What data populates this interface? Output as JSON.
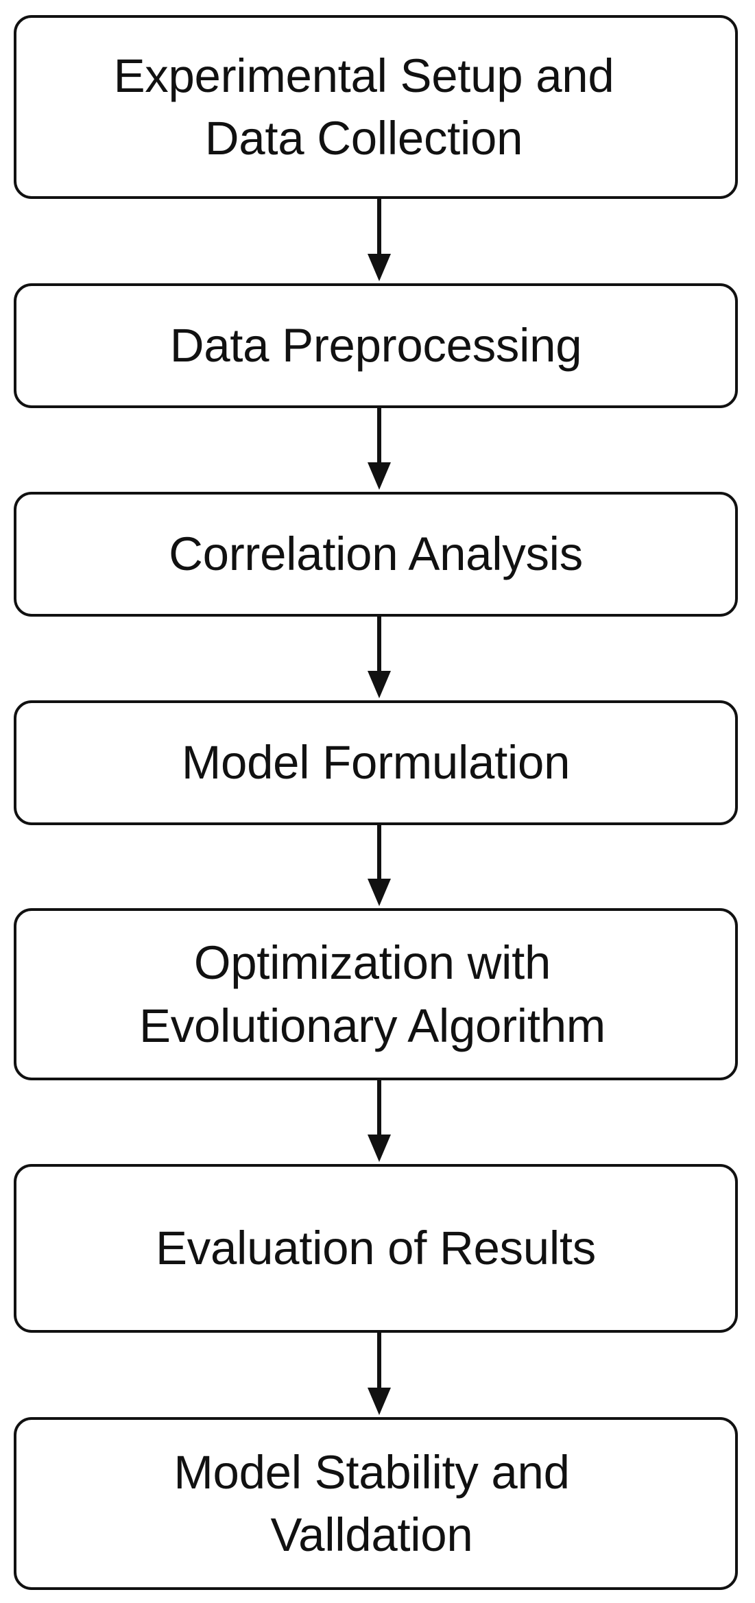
{
  "flowchart": {
    "steps": [
      {
        "label": "Experimental Setup and\nData Collection"
      },
      {
        "label": "Data Preprocessing"
      },
      {
        "label": "Correlation Analysis"
      },
      {
        "label": "Model Formulation"
      },
      {
        "label": "Optimization with\nEvolutionary Algorithm"
      },
      {
        "label": "Evaluation of Results"
      },
      {
        "label": "Model Stability and\nValldation"
      }
    ]
  },
  "colors": {
    "stroke": "#111111",
    "background": "#ffffff"
  }
}
